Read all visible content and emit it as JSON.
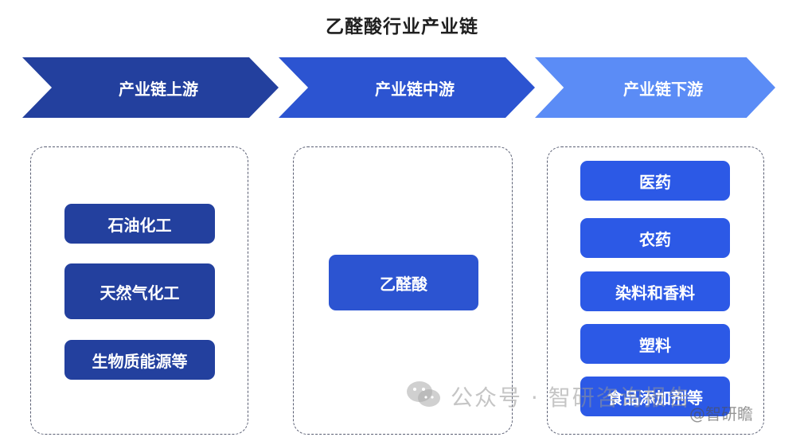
{
  "title": "乙醛酸行业产业链",
  "stages": [
    {
      "label": "产业链上游"
    },
    {
      "label": "产业链中游"
    },
    {
      "label": "产业链下游"
    }
  ],
  "upstream": [
    "石油化工",
    "天然气化工",
    "生物质能源等"
  ],
  "midstream": [
    "乙醛酸"
  ],
  "downstream": [
    "医药",
    "农药",
    "染料和香料",
    "塑料",
    "食品添加剂等"
  ],
  "watermark": {
    "text": "公众号 · 智研咨询报告",
    "handle": "@智研瞻",
    "icon": "wechat-icon"
  },
  "colors": {
    "upstream": "#23409e",
    "midstream": "#2c54d1",
    "downstream_arrow": "#5b8cf6",
    "downstream_box": "#2c59e6"
  }
}
